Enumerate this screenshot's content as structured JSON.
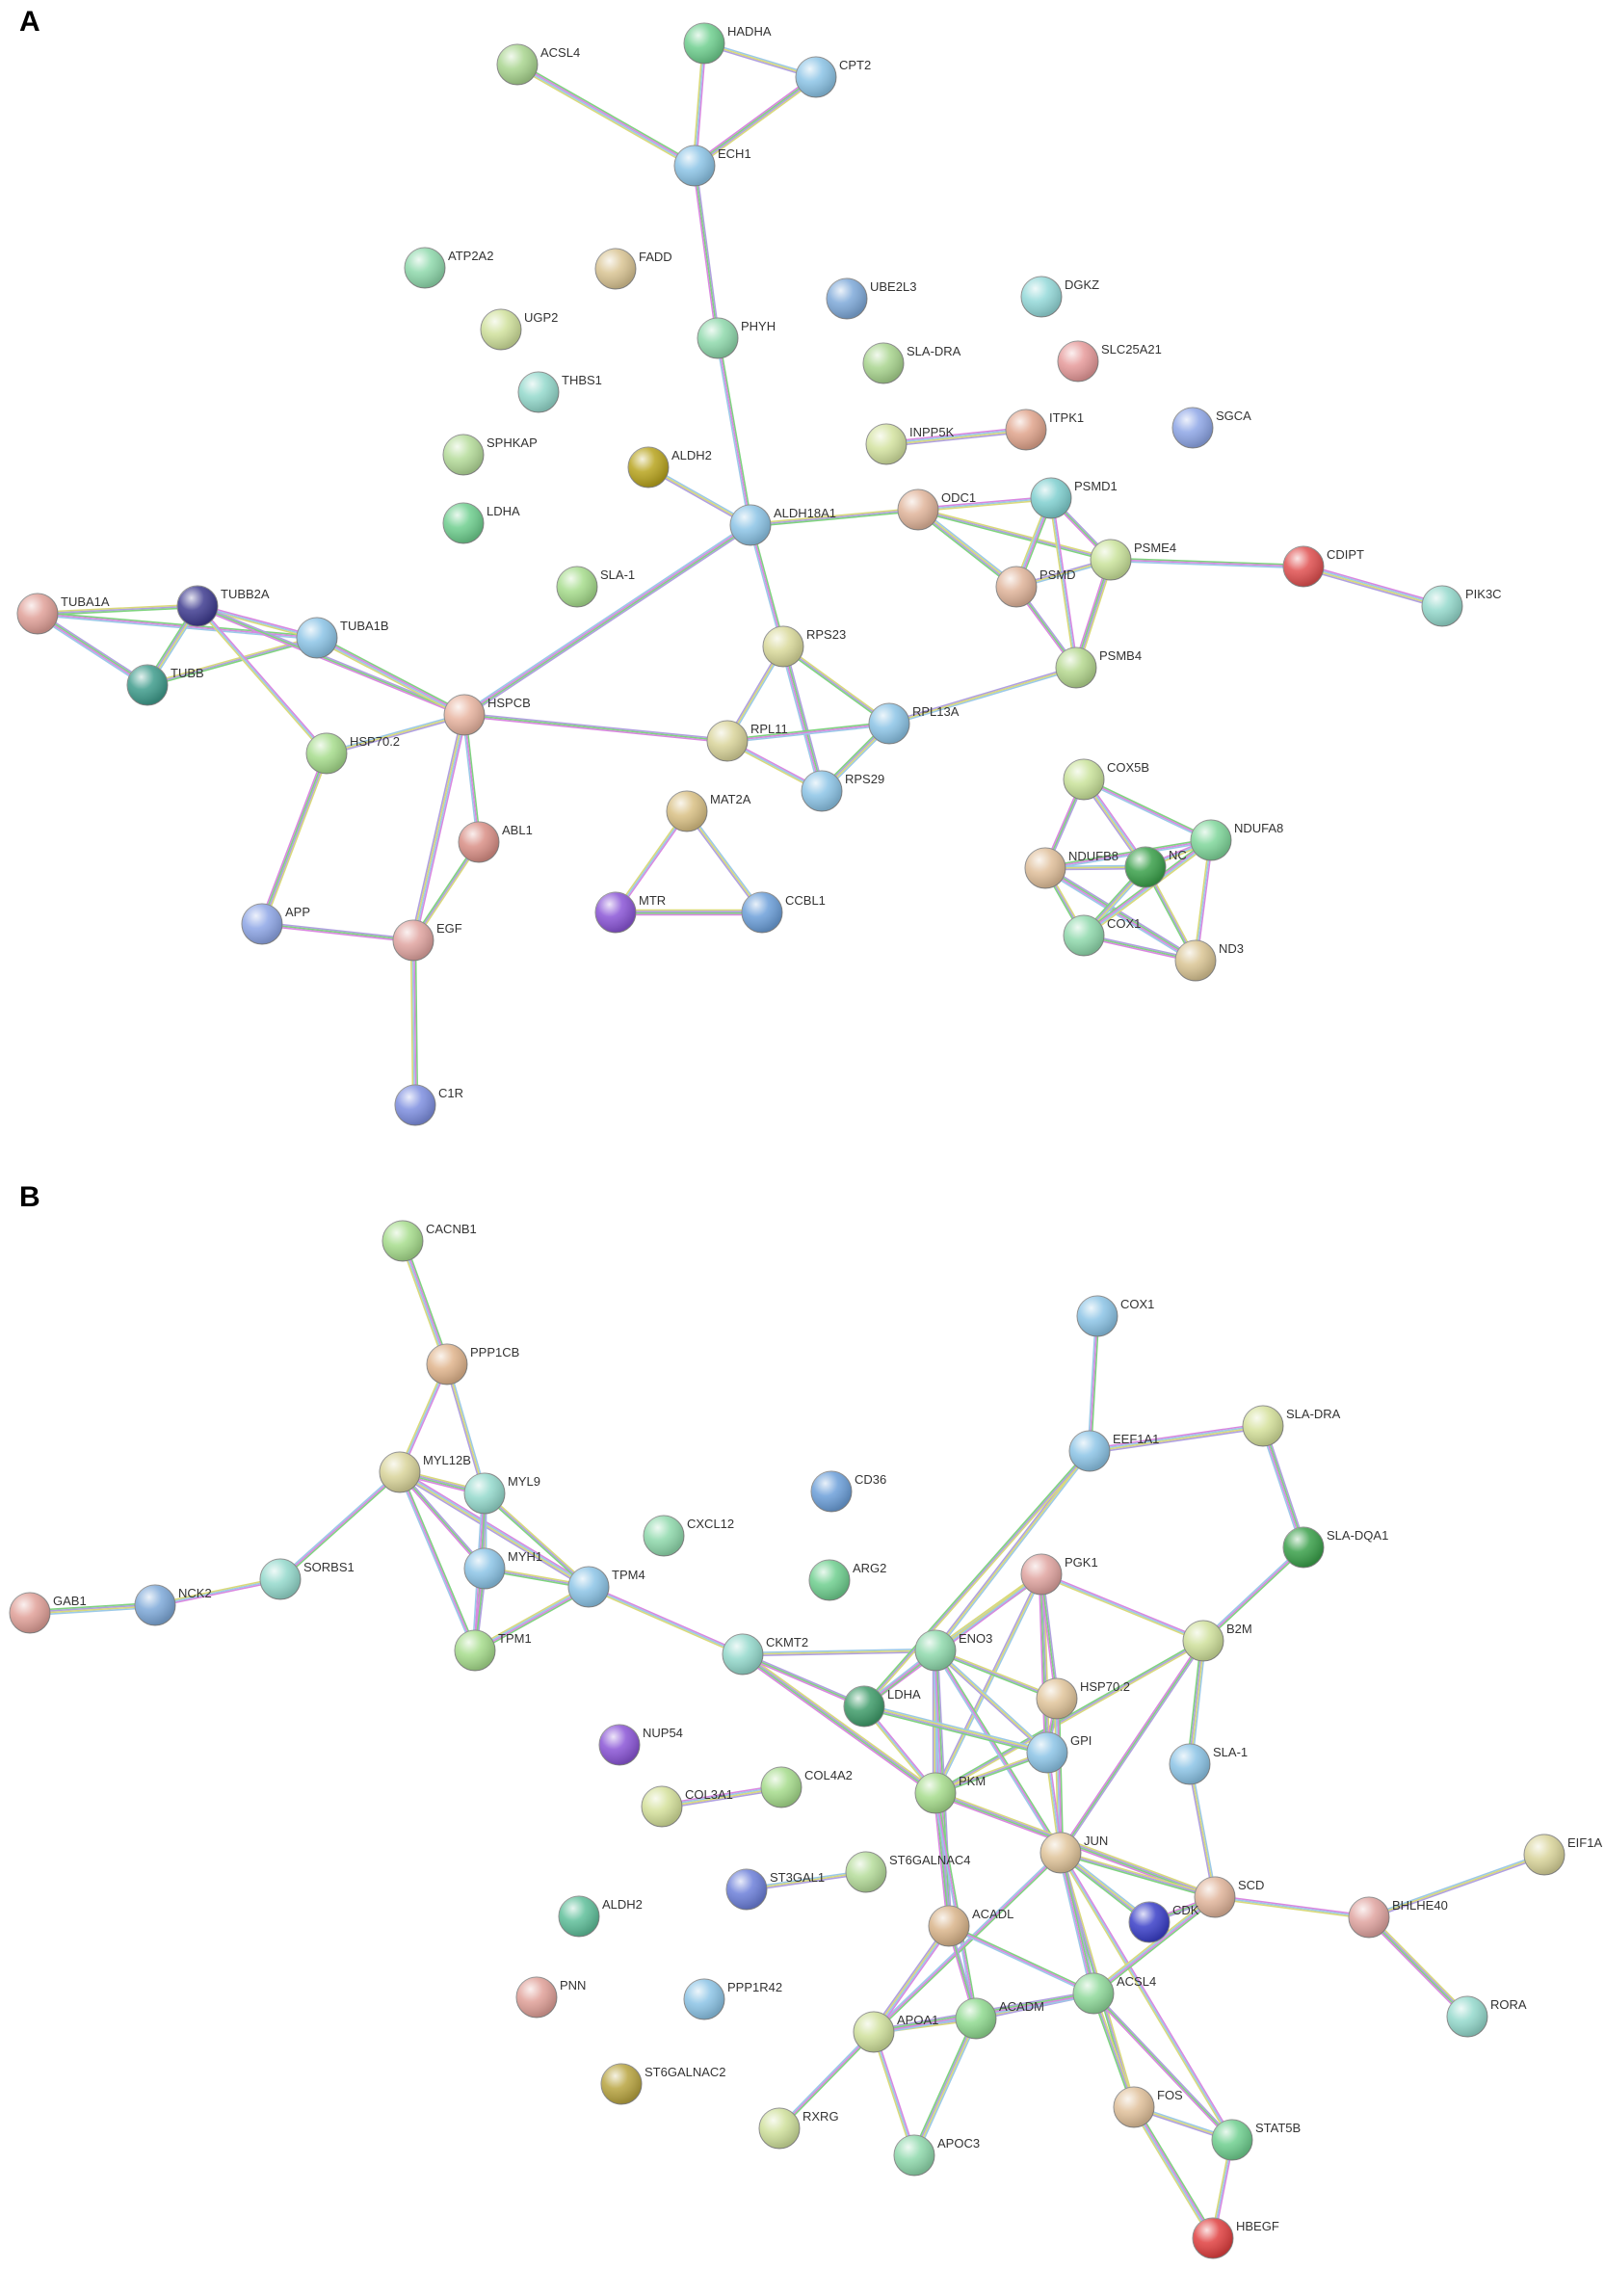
{
  "panels": [
    {
      "id": "A",
      "label": "A",
      "nodes": [
        {
          "id": "ACSL4",
          "label": "ACSL4",
          "color": "#a9d58f"
        },
        {
          "id": "HADHA",
          "label": "HADHA",
          "color": "#6fcf8f"
        },
        {
          "id": "CPT2",
          "label": "CPT2",
          "color": "#8cc4e6"
        },
        {
          "id": "ECH1",
          "label": "ECH1",
          "color": "#8cc4e6"
        },
        {
          "id": "ATP2A2",
          "label": "ATP2A2",
          "color": "#8fd9ac"
        },
        {
          "id": "FADD",
          "label": "FADD",
          "color": "#d9c493"
        },
        {
          "id": "UGP2",
          "label": "UGP2",
          "color": "#cfe09b"
        },
        {
          "id": "THBS1",
          "label": "THBS1",
          "color": "#94d9cc"
        },
        {
          "id": "PHYH",
          "label": "PHYH",
          "color": "#8fd9ac"
        },
        {
          "id": "UBE2L3",
          "label": "UBE2L3",
          "color": "#7ea9d9"
        },
        {
          "id": "DGKZ",
          "label": "DGKZ",
          "color": "#94d9d9"
        },
        {
          "id": "SLA-DRA",
          "label": "SLA-DRA",
          "color": "#a9d58f"
        },
        {
          "id": "SLC25A21",
          "label": "SLC25A21",
          "color": "#e69a9a"
        },
        {
          "id": "SPHKAP",
          "label": "SPHKAP",
          "color": "#b5dc9a"
        },
        {
          "id": "INPP5K",
          "label": "INPP5K",
          "color": "#d4e3a0"
        },
        {
          "id": "ITPK1",
          "label": "ITPK1",
          "color": "#e0a48c"
        },
        {
          "id": "SGCA",
          "label": "SGCA",
          "color": "#8ea6e6"
        },
        {
          "id": "ALDH2",
          "label": "ALDH2",
          "color": "#b8a41e"
        },
        {
          "id": "LDHA",
          "label": "LDHA",
          "color": "#6fcf8f"
        },
        {
          "id": "ALDH18A1",
          "label": "ALDH18A1",
          "color": "#8cc4e6"
        },
        {
          "id": "ODC1",
          "label": "ODC1",
          "color": "#e0b49a"
        },
        {
          "id": "PSMD1",
          "label": "PSMD1",
          "color": "#7fcfcf"
        },
        {
          "id": "PSME4",
          "label": "PSME4",
          "color": "#c9e29a"
        },
        {
          "id": "PSMD",
          "label": "PSMD",
          "color": "#e0b49a"
        },
        {
          "id": "CDIPT",
          "label": "CDIPT",
          "color": "#e05050"
        },
        {
          "id": "PIK3C",
          "label": "PIK3C",
          "color": "#94d9cc"
        },
        {
          "id": "SLA-1",
          "label": "SLA-1",
          "color": "#a6dc8c"
        },
        {
          "id": "TUBA1A",
          "label": "TUBA1A",
          "color": "#e0a098"
        },
        {
          "id": "TUBB2A",
          "label": "TUBB2A",
          "color": "#3e3b8f"
        },
        {
          "id": "TUBA1B",
          "label": "TUBA1B",
          "color": "#8cc4e6"
        },
        {
          "id": "TUBB",
          "label": "TUBB",
          "color": "#3f9c8c"
        },
        {
          "id": "RPS23",
          "label": "RPS23",
          "color": "#d9d99a"
        },
        {
          "id": "PSMB4",
          "label": "PSMB4",
          "color": "#b5d88f"
        },
        {
          "id": "HSPCB",
          "label": "HSPCB",
          "color": "#e8b4a0"
        },
        {
          "id": "HSP70.2",
          "label": "HSP70.2",
          "color": "#a6dc8c"
        },
        {
          "id": "RPL11",
          "label": "RPL11",
          "color": "#d9d49a"
        },
        {
          "id": "RPL13A",
          "label": "RPL13A",
          "color": "#8cc4e6"
        },
        {
          "id": "RPS29",
          "label": "RPS29",
          "color": "#8cc4e6"
        },
        {
          "id": "COX5B",
          "label": "COX5B",
          "color": "#c9e29a"
        },
        {
          "id": "NDUFA8",
          "label": "NDUFA8",
          "color": "#7fd69a"
        },
        {
          "id": "NDUFB8",
          "label": "NDUFB8",
          "color": "#e0bf9a"
        },
        {
          "id": "NC",
          "label": "NC",
          "color": "#3aa04a"
        },
        {
          "id": "COX1",
          "label": "COX1",
          "color": "#8fd9ac"
        },
        {
          "id": "ND3",
          "label": "ND3",
          "color": "#d9c493"
        },
        {
          "id": "MAT2A",
          "label": "MAT2A",
          "color": "#d9c084"
        },
        {
          "id": "ABL1",
          "label": "ABL1",
          "color": "#d98f86"
        },
        {
          "id": "APP",
          "label": "APP",
          "color": "#8ea6e6"
        },
        {
          "id": "EGF",
          "label": "EGF",
          "color": "#e0a4a0"
        },
        {
          "id": "MTR",
          "label": "MTR",
          "color": "#8a55d6"
        },
        {
          "id": "CCBL1",
          "label": "CCBL1",
          "color": "#6c9fd9"
        },
        {
          "id": "C1R",
          "label": "C1R",
          "color": "#7e8fe0"
        }
      ],
      "edges": [
        [
          "ACSL4",
          "ECH1"
        ],
        [
          "HADHA",
          "ECH1"
        ],
        [
          "HADHA",
          "CPT2"
        ],
        [
          "CPT2",
          "ECH1"
        ],
        [
          "ECH1",
          "PHYH"
        ],
        [
          "PHYH",
          "ALDH18A1"
        ],
        [
          "INPP5K",
          "ITPK1"
        ],
        [
          "ALDH2",
          "ALDH18A1"
        ],
        [
          "ALDH18A1",
          "ODC1"
        ],
        [
          "ALDH18A1",
          "HSPCB"
        ],
        [
          "ALDH18A1",
          "RPS23"
        ],
        [
          "ODC1",
          "PSMD1"
        ],
        [
          "ODC1",
          "PSMD"
        ],
        [
          "ODC1",
          "PSME4"
        ],
        [
          "PSMD1",
          "PSME4"
        ],
        [
          "PSMD1",
          "PSMD"
        ],
        [
          "PSMD1",
          "PSMB4"
        ],
        [
          "PSME4",
          "PSMD"
        ],
        [
          "PSME4",
          "PSMB4"
        ],
        [
          "PSMD",
          "PSMB4"
        ],
        [
          "PSME4",
          "CDIPT"
        ],
        [
          "CDIPT",
          "PIK3C"
        ],
        [
          "PSMB4",
          "RPL13A"
        ],
        [
          "TUBA1A",
          "TUBB2A"
        ],
        [
          "TUBA1A",
          "TUBB"
        ],
        [
          "TUBA1A",
          "TUBA1B"
        ],
        [
          "TUBB2A",
          "TUBA1B"
        ],
        [
          "TUBB2A",
          "TUBB"
        ],
        [
          "TUBB",
          "TUBA1B"
        ],
        [
          "TUBB2A",
          "HSPCB"
        ],
        [
          "TUBA1B",
          "HSPCB"
        ],
        [
          "TUBB2A",
          "HSP70.2"
        ],
        [
          "HSP70.2",
          "HSPCB"
        ],
        [
          "HSP70.2",
          "APP"
        ],
        [
          "HSPCB",
          "RPL11"
        ],
        [
          "HSPCB",
          "ABL1"
        ],
        [
          "HSPCB",
          "EGF"
        ],
        [
          "RPS23",
          "RPL11"
        ],
        [
          "RPS23",
          "RPL13A"
        ],
        [
          "RPS23",
          "RPS29"
        ],
        [
          "RPL11",
          "RPL13A"
        ],
        [
          "RPL11",
          "RPS29"
        ],
        [
          "RPL13A",
          "RPS29"
        ],
        [
          "ABL1",
          "EGF"
        ],
        [
          "APP",
          "EGF"
        ],
        [
          "EGF",
          "C1R"
        ],
        [
          "MAT2A",
          "MTR"
        ],
        [
          "MAT2A",
          "CCBL1"
        ],
        [
          "MTR",
          "CCBL1"
        ],
        [
          "COX5B",
          "NDUFB8"
        ],
        [
          "COX5B",
          "NDUFA8"
        ],
        [
          "COX5B",
          "NC"
        ],
        [
          "NDUFB8",
          "NC"
        ],
        [
          "NDUFB8",
          "COX1"
        ],
        [
          "NDUFB8",
          "ND3"
        ],
        [
          "NDUFB8",
          "NDUFA8"
        ],
        [
          "NC",
          "NDUFA8"
        ],
        [
          "NC",
          "COX1"
        ],
        [
          "NC",
          "ND3"
        ],
        [
          "COX1",
          "ND3"
        ],
        [
          "COX1",
          "NDUFA8"
        ],
        [
          "NDUFA8",
          "ND3"
        ]
      ]
    },
    {
      "id": "B",
      "label": "B",
      "nodes": [
        {
          "id": "CACNB1",
          "label": "CACNB1",
          "color": "#a6dc8c"
        },
        {
          "id": "PPP1CB",
          "label": "PPP1CB",
          "color": "#e0b48c"
        },
        {
          "id": "MYL12B",
          "label": "MYL12B",
          "color": "#d9d49a"
        },
        {
          "id": "MYL9",
          "label": "MYL9",
          "color": "#94d9cc"
        },
        {
          "id": "COX1b",
          "label": "COX1",
          "color": "#8cc4e6"
        },
        {
          "id": "EEF1A1",
          "label": "EEF1A1",
          "color": "#8cc4e6"
        },
        {
          "id": "SLA-DRAb",
          "label": "SLA-DRA",
          "color": "#d4e09a"
        },
        {
          "id": "CD36",
          "label": "CD36",
          "color": "#6c9fd9"
        },
        {
          "id": "CXCL12",
          "label": "CXCL12",
          "color": "#8fd9ac"
        },
        {
          "id": "ARG2",
          "label": "ARG2",
          "color": "#6fcf8f"
        },
        {
          "id": "SLA-DQA1",
          "label": "SLA-DQA1",
          "color": "#3aa04a"
        },
        {
          "id": "GAB1",
          "label": "GAB1",
          "color": "#e0a098"
        },
        {
          "id": "NCK2",
          "label": "NCK2",
          "color": "#7ea9d9"
        },
        {
          "id": "SORBS1",
          "label": "SORBS1",
          "color": "#94d9cc"
        },
        {
          "id": "MYH1",
          "label": "MYH1",
          "color": "#8cc4e6"
        },
        {
          "id": "TPM4",
          "label": "TPM4",
          "color": "#8cc4e6"
        },
        {
          "id": "PGK1",
          "label": "PGK1",
          "color": "#e0a4a0"
        },
        {
          "id": "TPM1",
          "label": "TPM1",
          "color": "#a6dc8c"
        },
        {
          "id": "CKMT2",
          "label": "CKMT2",
          "color": "#94d9cc"
        },
        {
          "id": "ENO3",
          "label": "ENO3",
          "color": "#8fd9ac"
        },
        {
          "id": "B2M",
          "label": "B2M",
          "color": "#cfe09b"
        },
        {
          "id": "HSP70.2b",
          "label": "HSP70.2",
          "color": "#e0c49a"
        },
        {
          "id": "LDHAb",
          "label": "LDHA",
          "color": "#3f9c6a"
        },
        {
          "id": "NUP54",
          "label": "NUP54",
          "color": "#8a55d6"
        },
        {
          "id": "GPI",
          "label": "GPI",
          "color": "#8cc4e6"
        },
        {
          "id": "SLA-1b",
          "label": "SLA-1",
          "color": "#8cc4e6"
        },
        {
          "id": "COL4A2",
          "label": "COL4A2",
          "color": "#a6dc8c"
        },
        {
          "id": "COL3A1",
          "label": "COL3A1",
          "color": "#d4e09a"
        },
        {
          "id": "PKM",
          "label": "PKM",
          "color": "#a6dc8c"
        },
        {
          "id": "EIF1A",
          "label": "EIF1A",
          "color": "#d9d49a"
        },
        {
          "id": "ST6GALNAC4",
          "label": "ST6GALNAC4",
          "color": "#b5dc9a"
        },
        {
          "id": "ST3GAL1",
          "label": "ST3GAL1",
          "color": "#6c7fd9"
        },
        {
          "id": "JUN",
          "label": "JUN",
          "color": "#e0c49a"
        },
        {
          "id": "SCD",
          "label": "SCD",
          "color": "#e0b49a"
        },
        {
          "id": "CDK",
          "label": "CDK",
          "color": "#3a3fc8"
        },
        {
          "id": "BHLHE40",
          "label": "BHLHE40",
          "color": "#e0a4a0"
        },
        {
          "id": "ALDH2b",
          "label": "ALDH2",
          "color": "#5fbf9a"
        },
        {
          "id": "ACADL",
          "label": "ACADL",
          "color": "#d9b48a"
        },
        {
          "id": "PNN",
          "label": "PNN",
          "color": "#e0a098"
        },
        {
          "id": "PPP1R42",
          "label": "PPP1R42",
          "color": "#8cc4e6"
        },
        {
          "id": "ACSL4b",
          "label": "ACSL4",
          "color": "#8fd99a"
        },
        {
          "id": "RORA",
          "label": "RORA",
          "color": "#94d9cc"
        },
        {
          "id": "APOA1",
          "label": "APOA1",
          "color": "#cfe09b"
        },
        {
          "id": "ACADM",
          "label": "ACADM",
          "color": "#8fd98f"
        },
        {
          "id": "ST6GALNAC2",
          "label": "ST6GALNAC2",
          "color": "#b8a440"
        },
        {
          "id": "FOS",
          "label": "FOS",
          "color": "#e0c09a"
        },
        {
          "id": "RXRG",
          "label": "RXRG",
          "color": "#cfe09b"
        },
        {
          "id": "STAT5B",
          "label": "STAT5B",
          "color": "#6fcf8f"
        },
        {
          "id": "APOC3",
          "label": "APOC3",
          "color": "#8fd9ac"
        },
        {
          "id": "HBEGF",
          "label": "HBEGF",
          "color": "#e04040"
        }
      ],
      "edges": [
        [
          "CACNB1",
          "PPP1CB"
        ],
        [
          "PPP1CB",
          "MYL12B"
        ],
        [
          "PPP1CB",
          "MYL9"
        ],
        [
          "MYL12B",
          "MYL9"
        ],
        [
          "MYL12B",
          "MYH1"
        ],
        [
          "MYL12B",
          "TPM1"
        ],
        [
          "MYL12B",
          "TPM4"
        ],
        [
          "MYL9",
          "MYH1"
        ],
        [
          "MYL9",
          "TPM4"
        ],
        [
          "MYL9",
          "TPM1"
        ],
        [
          "MYL12B",
          "SORBS1"
        ],
        [
          "SORBS1",
          "NCK2"
        ],
        [
          "NCK2",
          "GAB1"
        ],
        [
          "MYH1",
          "TPM4"
        ],
        [
          "MYH1",
          "TPM1"
        ],
        [
          "TPM4",
          "TPM1"
        ],
        [
          "TPM4",
          "CKMT2"
        ],
        [
          "CKMT2",
          "ENO3"
        ],
        [
          "CKMT2",
          "PKM"
        ],
        [
          "CKMT2",
          "LDHAb"
        ],
        [
          "COX1b",
          "EEF1A1"
        ],
        [
          "EEF1A1",
          "SLA-DRAb"
        ],
        [
          "EEF1A1",
          "ENO3"
        ],
        [
          "EEF1A1",
          "LDHAb"
        ],
        [
          "SLA-DRAb",
          "SLA-DQA1"
        ],
        [
          "SLA-DQA1",
          "B2M"
        ],
        [
          "PGK1",
          "B2M"
        ],
        [
          "B2M",
          "SLA-1b"
        ],
        [
          "B2M",
          "PKM"
        ],
        [
          "B2M",
          "JUN"
        ],
        [
          "PGK1",
          "ENO3"
        ],
        [
          "PGK1",
          "LDHAb"
        ],
        [
          "PGK1",
          "PKM"
        ],
        [
          "PGK1",
          "GPI"
        ],
        [
          "PGK1",
          "HSP70.2b"
        ],
        [
          "ENO3",
          "LDHAb"
        ],
        [
          "ENO3",
          "PKM"
        ],
        [
          "ENO3",
          "GPI"
        ],
        [
          "ENO3",
          "HSP70.2b"
        ],
        [
          "ENO3",
          "ACADL"
        ],
        [
          "ENO3",
          "JUN"
        ],
        [
          "LDHAb",
          "PKM"
        ],
        [
          "LDHAb",
          "GPI"
        ],
        [
          "PKM",
          "GPI"
        ],
        [
          "HSP70.2b",
          "GPI"
        ],
        [
          "HSP70.2b",
          "JUN"
        ],
        [
          "GPI",
          "JUN"
        ],
        [
          "SLA-1b",
          "SCD"
        ],
        [
          "PKM",
          "SCD"
        ],
        [
          "PKM",
          "ACADL"
        ],
        [
          "PKM",
          "ACADM"
        ],
        [
          "COL3A1",
          "COL4A2"
        ],
        [
          "ST3GAL1",
          "ST6GALNAC4"
        ],
        [
          "JUN",
          "FOS"
        ],
        [
          "JUN",
          "ACSL4b"
        ],
        [
          "JUN",
          "APOA1"
        ],
        [
          "JUN",
          "STAT5B"
        ],
        [
          "JUN",
          "CDK"
        ],
        [
          "JUN",
          "SCD"
        ],
        [
          "SCD",
          "CDK"
        ],
        [
          "SCD",
          "ACSL4b"
        ],
        [
          "SCD",
          "BHLHE40"
        ],
        [
          "BHLHE40",
          "EIF1A"
        ],
        [
          "BHLHE40",
          "RORA"
        ],
        [
          "ACADL",
          "ACADM"
        ],
        [
          "ACADL",
          "ACSL4b"
        ],
        [
          "ACADL",
          "APOA1"
        ],
        [
          "ACADM",
          "ACSL4b"
        ],
        [
          "ACADM",
          "APOA1"
        ],
        [
          "APOA1",
          "ACSL4b"
        ],
        [
          "APOA1",
          "RXRG"
        ],
        [
          "APOA1",
          "APOC3"
        ],
        [
          "ACADM",
          "APOC3"
        ],
        [
          "ACSL4b",
          "FOS"
        ],
        [
          "ACSL4b",
          "STAT5B"
        ],
        [
          "FOS",
          "HBEGF"
        ],
        [
          "STAT5B",
          "HBEGF"
        ],
        [
          "FOS",
          "STAT5B"
        ]
      ]
    }
  ]
}
